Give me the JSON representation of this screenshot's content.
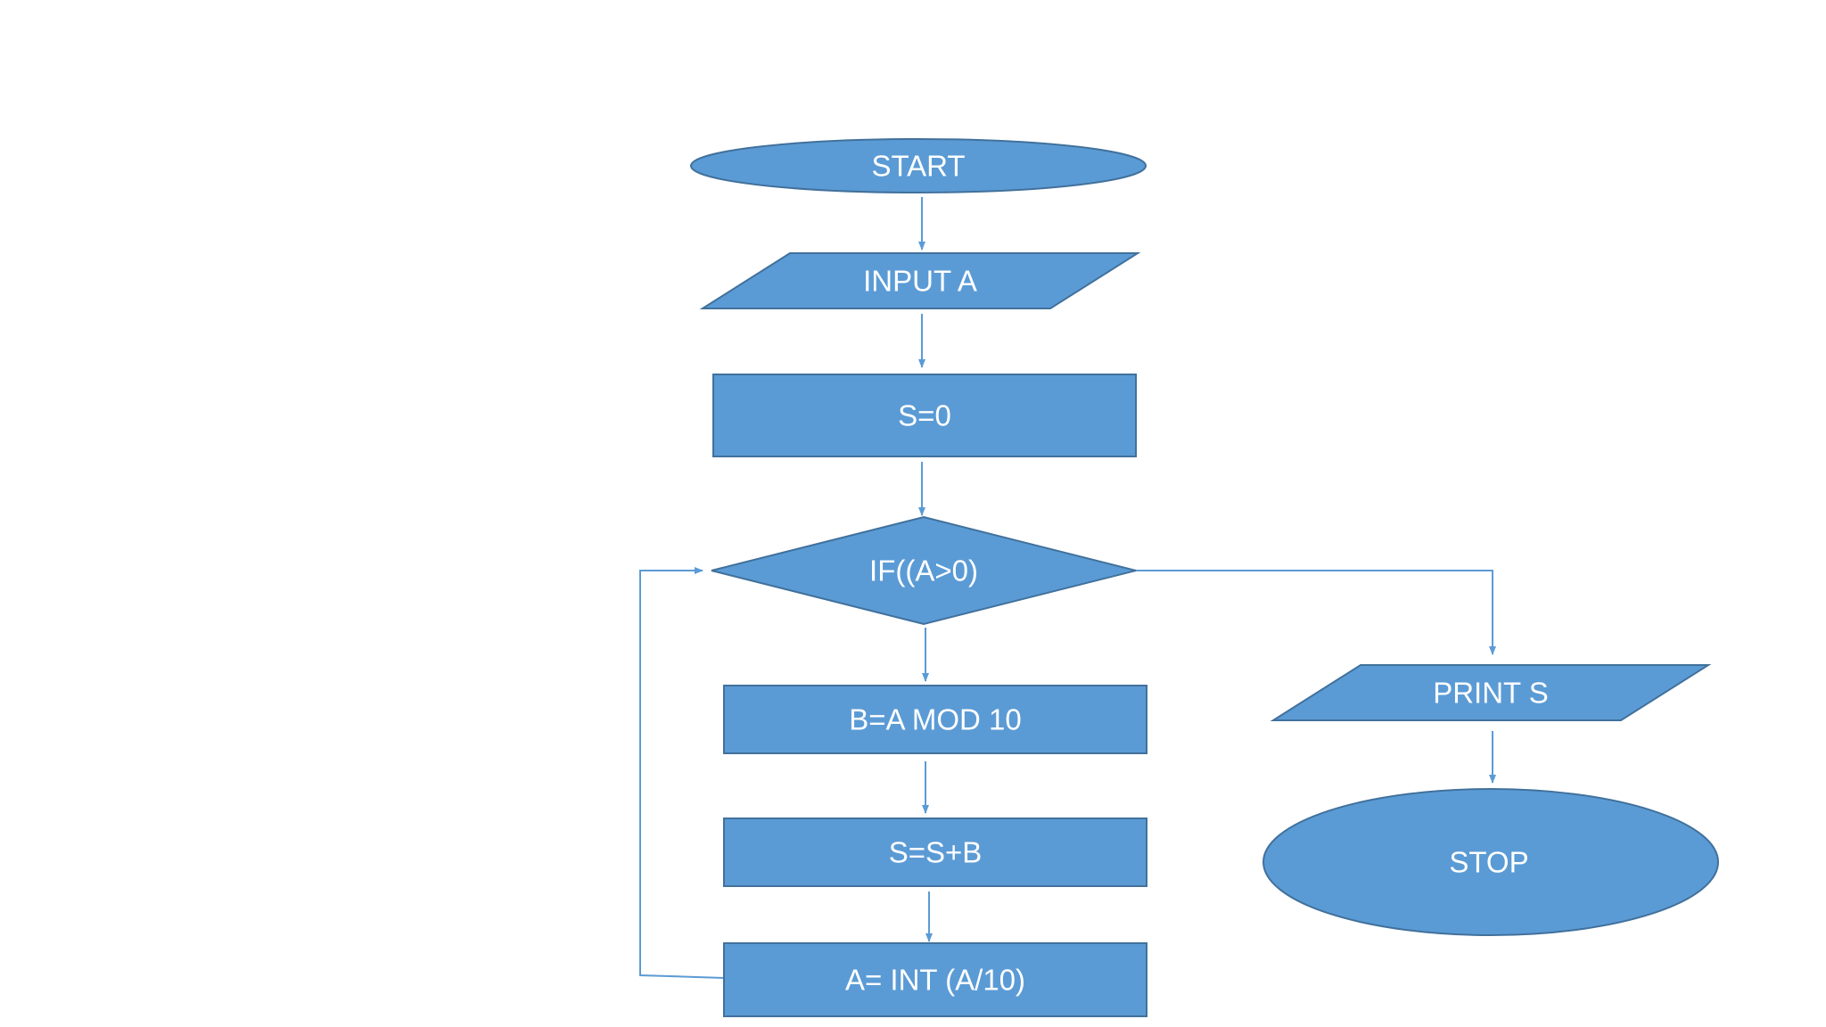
{
  "colors": {
    "fill": "#5B9BD5",
    "border": "#41719C",
    "connector": "#5B9BD5",
    "text": "#FFFFFF",
    "background": "#FFFFFF"
  },
  "nodes": {
    "start": {
      "label": "START",
      "shape": "ellipse"
    },
    "input_a": {
      "label": "INPUT A",
      "shape": "parallelogram"
    },
    "init_s": {
      "label": "S=0",
      "shape": "rectangle"
    },
    "condition": {
      "label": "IF((A>0)",
      "shape": "diamond"
    },
    "mod_step": {
      "label": "B=A MOD 10",
      "shape": "rectangle"
    },
    "sum_step": {
      "label": "S=S+B",
      "shape": "rectangle"
    },
    "div_step": {
      "label": "A= INT (A/10)",
      "shape": "rectangle"
    },
    "print_s": {
      "label": "PRINT S",
      "shape": "parallelogram"
    },
    "stop": {
      "label": "STOP",
      "shape": "ellipse"
    }
  },
  "edges": [
    {
      "from": "start",
      "to": "input_a"
    },
    {
      "from": "input_a",
      "to": "init_s"
    },
    {
      "from": "init_s",
      "to": "condition"
    },
    {
      "from": "condition",
      "to": "mod_step"
    },
    {
      "from": "mod_step",
      "to": "sum_step"
    },
    {
      "from": "sum_step",
      "to": "div_step"
    },
    {
      "from": "div_step",
      "to": "condition"
    },
    {
      "from": "condition",
      "to": "print_s"
    },
    {
      "from": "print_s",
      "to": "stop"
    }
  ]
}
